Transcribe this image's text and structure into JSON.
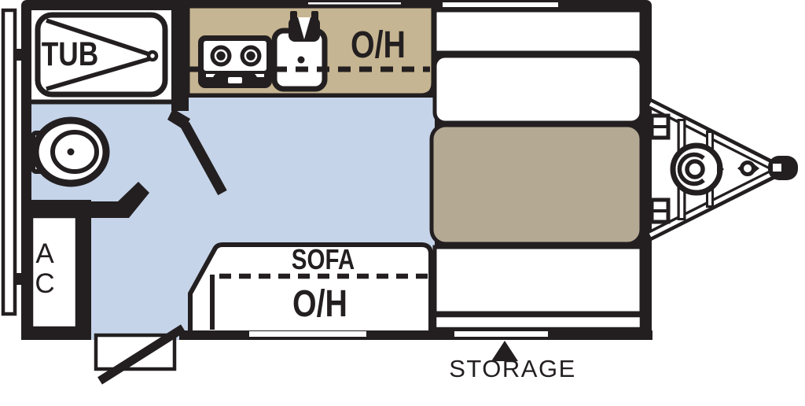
{
  "title": "Travel trailer floor plan",
  "colors": {
    "wall": "#231F20",
    "floor": "#C5D4E9",
    "counter": "#C6B592",
    "mattress": "#B4AA94",
    "paper": "#FFFFFF"
  },
  "labels": {
    "tub": "TUB",
    "kitchen_overhead": "O/H",
    "sofa": "SOFA",
    "sofa_overhead": "O/H",
    "ac_line1": "A",
    "ac_line2": "C",
    "storage": "STORAGE"
  },
  "icons": {
    "tub-icon": "bathtub with drain arrow",
    "toilet-icon": "toilet top view",
    "stove-icon": "two burner cooktop",
    "sink-icon": "kitchen sink with faucet",
    "door-swing-icon": "interior bath door swing",
    "entry-door-icon": "entry door swing with step",
    "storage-arrow-icon": "triangle arrow pointing at storage door",
    "propane-tank-icon": "LP tank on tongue",
    "hitch-coupler-icon": "trailer hitch coupler",
    "tongue-frame-icon": "A-frame trailer tongue",
    "rear-bumper-icon": "rear bumper bar"
  }
}
